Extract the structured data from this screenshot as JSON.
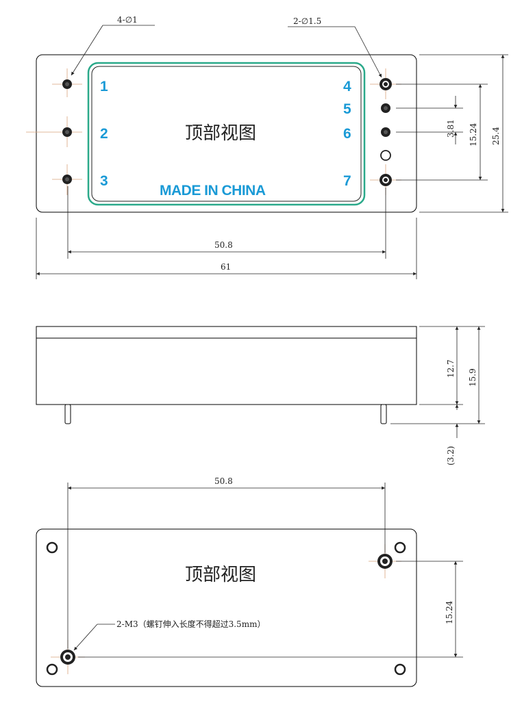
{
  "top_view": {
    "hole_note_left": "4-∅1",
    "hole_note_right": "2-∅1.5",
    "title": "顶部视图",
    "marking": "MADE IN CHINA",
    "pins": [
      "1",
      "2",
      "3",
      "4",
      "5",
      "6",
      "7"
    ],
    "dim_pin_span": "50.8",
    "dim_total_length": "61",
    "dim_pin_pitch": "3.81",
    "dim_pin_span_vertical": "15.24",
    "dim_total_width": "25.4"
  },
  "side_view": {
    "dim_body_height": "12.7",
    "dim_total_height": "15.9",
    "dim_pin_length": "(3.2)"
  },
  "bottom_view": {
    "dim_mount_span": "50.8",
    "title": "顶部视图",
    "screw_note": "2-M3（螺钉伸入长度不得超过3.5mm）",
    "dim_mount_vertical": "15.24"
  },
  "colors": {
    "label_blue": "#1a9ad6",
    "window_green": "#2aa98a",
    "center_line": "#d9a27a"
  }
}
